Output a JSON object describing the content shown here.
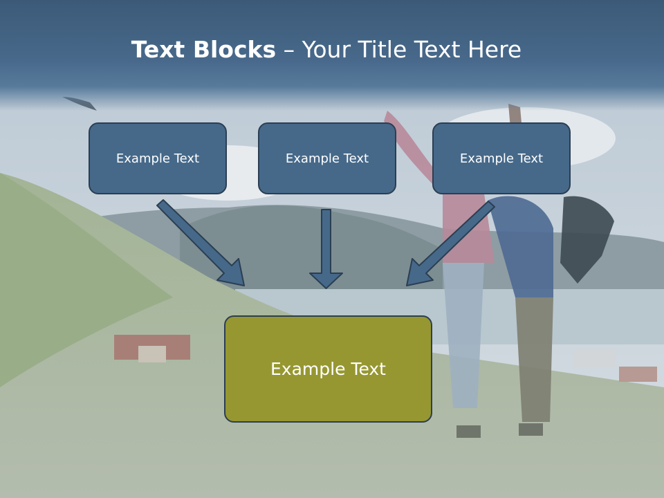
{
  "slide": {
    "title_bold": "Text Blocks",
    "title_rest": " – Your Title Text Here",
    "boxes": [
      {
        "label": "Example Text"
      },
      {
        "label": "Example Text"
      },
      {
        "label": "Example Text"
      }
    ],
    "result_box": {
      "label": "Example Text"
    }
  },
  "colors": {
    "header": "#46698a",
    "box_fill": "#46698a",
    "box_border": "#2b3e52",
    "result_fill": "#969731",
    "arrow": "#46698a"
  }
}
